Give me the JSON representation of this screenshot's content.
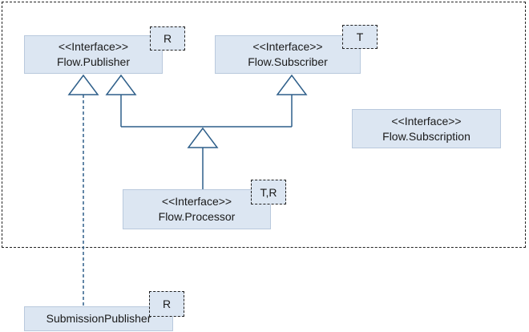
{
  "classes": {
    "publisher": {
      "stereotype": "<<Interface>>",
      "name": "Flow.Publisher",
      "type_param": "R"
    },
    "subscriber": {
      "stereotype": "<<Interface>>",
      "name": "Flow.Subscriber",
      "type_param": "T"
    },
    "subscription": {
      "stereotype": "<<Interface>>",
      "name": "Flow.Subscription"
    },
    "processor": {
      "stereotype": "<<Interface>>",
      "name": "Flow.Processor",
      "type_param": "T,R"
    },
    "submission_publisher": {
      "name": "SubmissionPublisher",
      "type_param": "R"
    }
  },
  "colors": {
    "box_fill": "#dce6f2",
    "connector": "#2e5f8a"
  }
}
